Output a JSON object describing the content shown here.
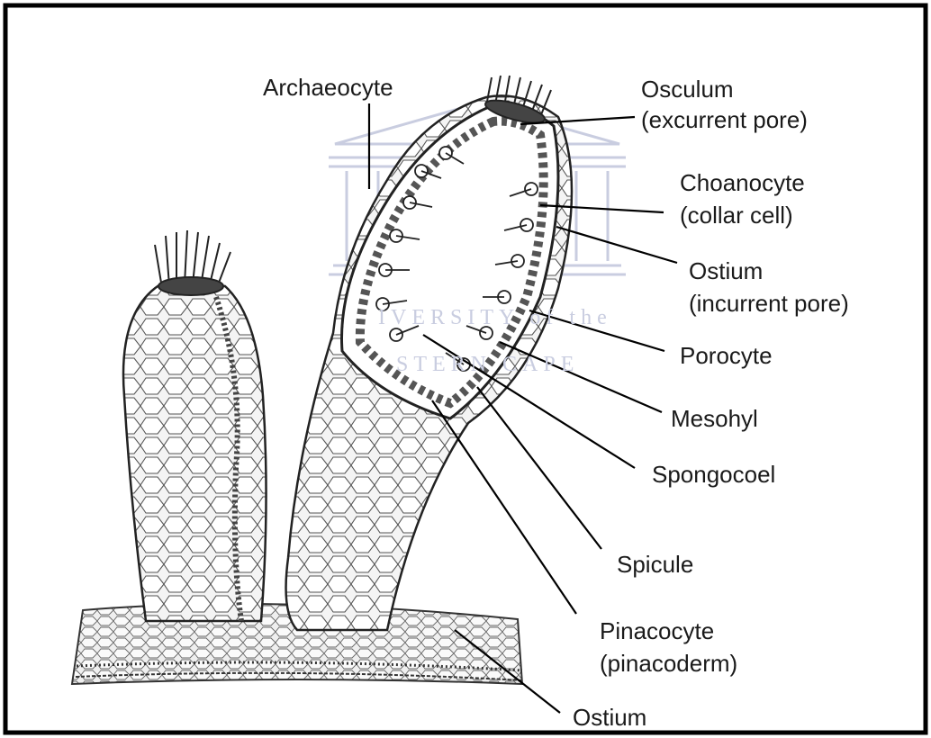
{
  "diagram": {
    "labels": {
      "archaeocyte": "Archaeocyte",
      "osculum": "Osculum",
      "osculum_sub": "(excurrent pore)",
      "choanocyte": "Choanocyte",
      "choanocyte_sub": "(collar cell)",
      "ostium_incurrent": "Ostium",
      "ostium_incurrent_sub": "(incurrent pore)",
      "porocyte": "Porocyte",
      "mesohyl": "Mesohyl",
      "spongocoel": "Spongocoel",
      "spicule": "Spicule",
      "pinacocyte": "Pinacocyte",
      "pinacocyte_sub": "(pinacoderm)",
      "ostium_bottom": "Ostium"
    },
    "watermark": {
      "line1": "IVERSITY of the",
      "line2": "STERN CAPE"
    },
    "colors": {
      "border": "#000000",
      "ink": "#1a1a1a",
      "watermark": "#c9cde0"
    }
  }
}
